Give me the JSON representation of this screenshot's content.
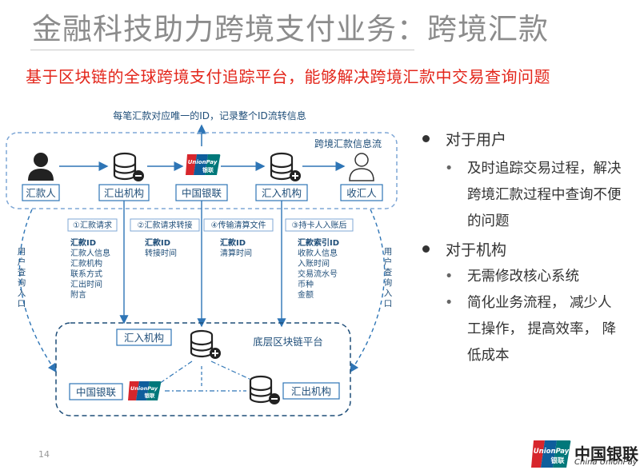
{
  "title": "金融科技助力跨境支付业务：跨境汇款",
  "subtitle": "基于区块链的全球跨境支付追踪平台，能够解决跨境汇款中交易查询问题",
  "diagram": {
    "top_note": "每笔汇款对应唯一的ID，记录整个ID流转信息",
    "flow_label": "跨境汇款信息流",
    "nodes": [
      "汇款人",
      "汇出机构",
      "中国银联",
      "汇入机构",
      "收汇人"
    ],
    "unionpay_logo_text": "UnionPay",
    "unionpay_logo_cn": "银联",
    "left_query": "用户查询入口",
    "right_query": "用户查询入口",
    "steps": [
      {
        "label": "①汇款请求",
        "items": [
          "汇款ID",
          "汇款人信息",
          "汇款机构",
          "联系方式",
          "汇出时间",
          "附言"
        ]
      },
      {
        "label": "②汇款请求转接",
        "items": [
          "汇款ID",
          "转接时间"
        ]
      },
      {
        "label": "④传输清算文件",
        "items": [
          "汇款ID",
          "清算时间"
        ]
      },
      {
        "label": "③持卡人入账后",
        "items": [
          "汇款索引ID",
          "收款人信息",
          "入账时间",
          "交易流水号",
          "币种",
          "金额"
        ]
      }
    ],
    "platform_title": "底层区块链平台",
    "platform_nodes": [
      "汇入机构",
      "中国银联",
      "汇出机构"
    ]
  },
  "bullets": [
    {
      "heading": "对于用户",
      "points": [
        [
          "及时追踪交易过程，解决",
          "跨境汇款过程中查询不便",
          "的问题"
        ]
      ]
    },
    {
      "heading": "对于机构",
      "points": [
        [
          "无需修改核心系统"
        ],
        [
          "简化业务流程， 减少人",
          "工操作， 提高效率， 降",
          "低成本"
        ]
      ]
    }
  ],
  "page_number": "14",
  "footer_logo": {
    "cn": "中国银联",
    "en": "China UnionPay"
  },
  "colors": {
    "title": "#8c8c8c",
    "subtitle": "#e3261b",
    "accent": "#2e75b6",
    "node_text": "#1f4e79",
    "unionpay_red": "#d7262c",
    "unionpay_blue": "#0e5e9c",
    "unionpay_teal": "#00787a"
  }
}
